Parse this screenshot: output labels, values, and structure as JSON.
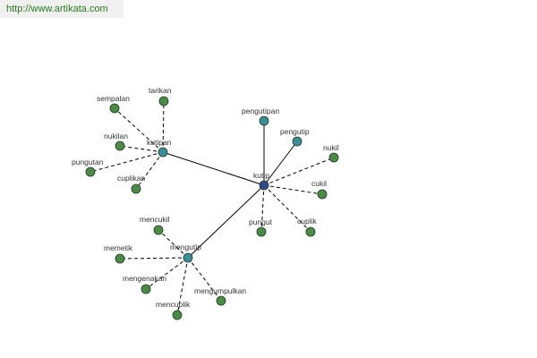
{
  "banner": {
    "url_text": "http://www.artikata.com"
  },
  "colors": {
    "leaf_node": "#4d8a4a",
    "hub_node": "#3d8c9a",
    "center_node": "#2f4a8f",
    "edge": "#000000"
  },
  "graph": {
    "center": {
      "id": "kutip",
      "label": "kutip"
    },
    "hubs": [
      {
        "id": "kutipan",
        "label": "kutipan"
      },
      {
        "id": "mengutip",
        "label": "mengutip"
      },
      {
        "id": "pengutipan",
        "label": "pengutipan"
      },
      {
        "id": "pengutip",
        "label": "pengutip"
      }
    ],
    "leaves": [
      {
        "id": "sempalan",
        "label": "sempalan",
        "parent": "kutipan"
      },
      {
        "id": "tarikan",
        "label": "tarikan",
        "parent": "kutipan"
      },
      {
        "id": "nukilan",
        "label": "nukilan",
        "parent": "kutipan"
      },
      {
        "id": "pungutan",
        "label": "pungutan",
        "parent": "kutipan"
      },
      {
        "id": "cuplikan",
        "label": "cuplikan",
        "parent": "kutipan"
      },
      {
        "id": "nukil",
        "label": "nukil",
        "parent": "kutip"
      },
      {
        "id": "cukil",
        "label": "cukil",
        "parent": "kutip"
      },
      {
        "id": "pungut",
        "label": "pungut",
        "parent": "kutip"
      },
      {
        "id": "cuplik",
        "label": "cuplik",
        "parent": "kutip"
      },
      {
        "id": "mencukil",
        "label": "mencukil",
        "parent": "mengutip"
      },
      {
        "id": "memetik",
        "label": "memetik",
        "parent": "mengutip"
      },
      {
        "id": "mengenakan",
        "label": "mengenakan",
        "parent": "mengutip"
      },
      {
        "id": "mengumpulkan",
        "label": "mengumpulkan",
        "parent": "mengutip"
      },
      {
        "id": "mencuplik",
        "label": "mencuplik",
        "parent": "mengutip"
      }
    ],
    "solid_edges": [
      [
        "kutip",
        "kutipan"
      ],
      [
        "kutip",
        "mengutip"
      ],
      [
        "kutip",
        "pengutipan"
      ],
      [
        "kutip",
        "pengutip"
      ]
    ]
  }
}
